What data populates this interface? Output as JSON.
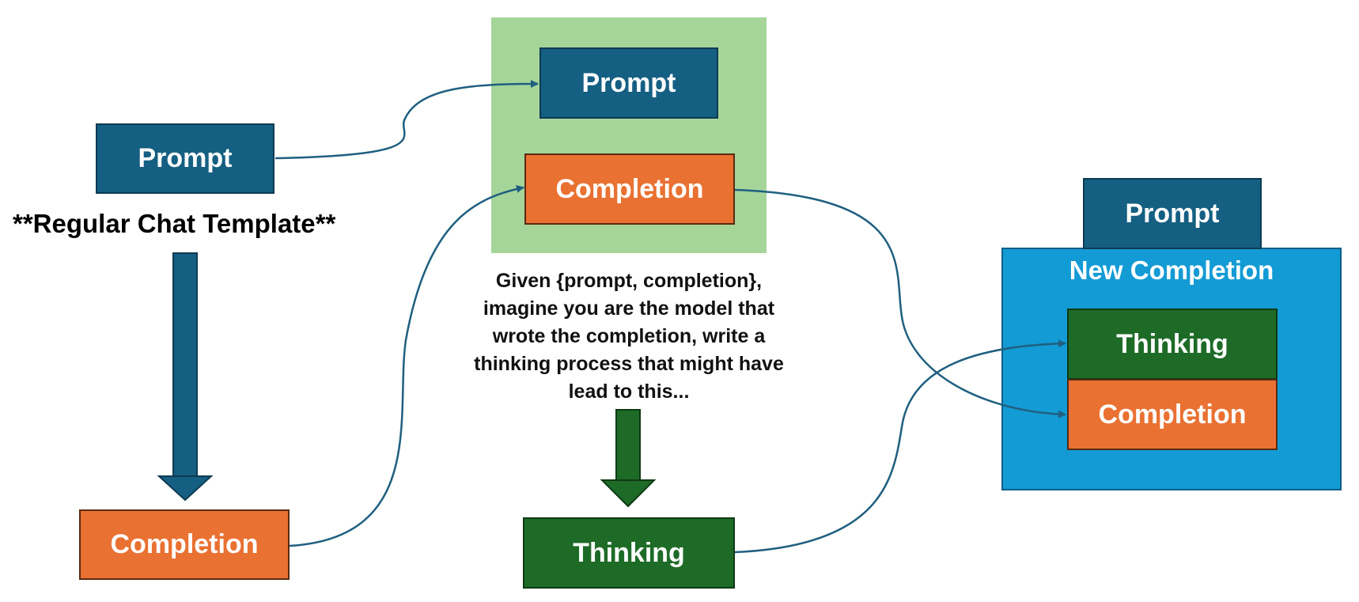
{
  "left": {
    "prompt": "Prompt",
    "caption": "**Regular Chat Template**",
    "completion": "Completion"
  },
  "middle": {
    "prompt": "Prompt",
    "completion": "Completion",
    "instruction_lines": [
      "Given {prompt, completion},",
      "imagine you are the model that",
      "wrote the completion, write a",
      "thinking process that might have",
      "lead to this..."
    ],
    "thinking": "Thinking"
  },
  "right": {
    "prompt": "Prompt",
    "title": "New Completion",
    "thinking": "Thinking",
    "completion": "Completion"
  }
}
